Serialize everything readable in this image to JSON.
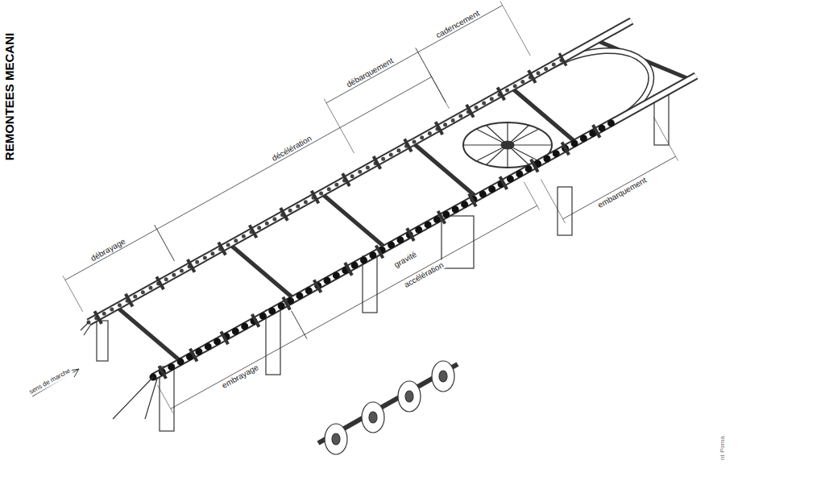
{
  "diagram": {
    "labels": [
      "REMONTEES MECANI",
      "cadencement",
      "débarquement",
      "décélération",
      "débrayage",
      "embarquement",
      "gravité",
      "accélération",
      "sens de marche",
      "embrayage",
      "nt Poma"
    ]
  }
}
